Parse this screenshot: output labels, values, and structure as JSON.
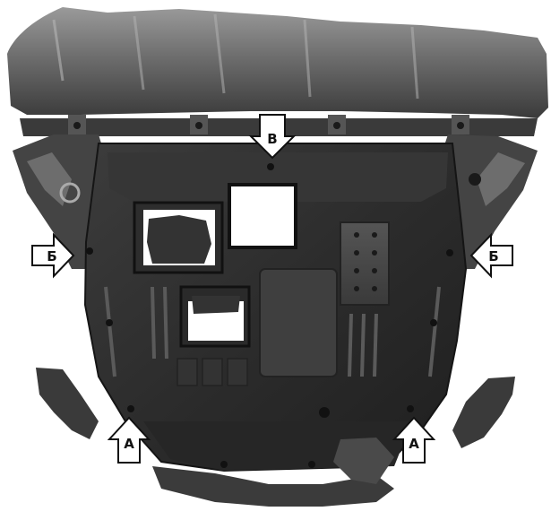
{
  "labels": {
    "top": "В",
    "left": "Б",
    "right": "Б",
    "bottom_left": "А",
    "bottom_right": "А"
  },
  "colors": {
    "background": "#ffffff",
    "metal_dark": "#2b2b2b",
    "metal_mid": "#4a4a4a",
    "metal_light": "#7a7a7a",
    "arrow_fill": "#ffffff",
    "arrow_stroke": "#111111"
  }
}
